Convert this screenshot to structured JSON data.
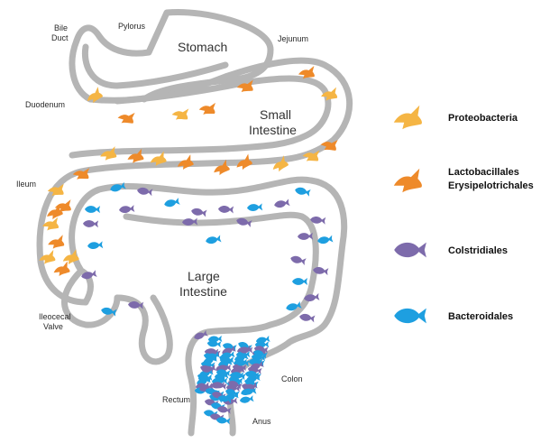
{
  "labels": {
    "bile_duct_line1": "Bile",
    "bile_duct_line2": "Duct",
    "pylorus": "Pylorus",
    "stomach": "Stomach",
    "jejunum": "Jejunum",
    "duodenum": "Duodenum",
    "small_intestine_line1": "Small",
    "small_intestine_line2": "Intestine",
    "ileum": "Ileum",
    "large_intestine_line1": "Large",
    "large_intestine_line2": "Intestine",
    "ileocecal_line1": "Ileocecal",
    "ileocecal_line2": "Valve",
    "colon": "Colon",
    "rectum": "Rectum",
    "anus": "Anus"
  },
  "legend": [
    {
      "label": "Proteobacteria",
      "icon": "bird-icon",
      "color": "#f5b544"
    },
    {
      "label_line1": "Lactobacillales",
      "label_line2": "Erysipelotrichales",
      "icon": "bird-icon",
      "color": "#ee8a2a"
    },
    {
      "label": "Colstridiales",
      "icon": "fish-icon",
      "color": "#7d6bab"
    },
    {
      "label": "Bacteroidales",
      "icon": "fish-icon",
      "color": "#1e9fe0"
    }
  ],
  "colors": {
    "tube": "#b5b5b5",
    "proteobacteria": "#f5b544",
    "lactobacillales": "#ee8a2a",
    "clostridiales": "#7d6bab",
    "bacteroidales": "#1e9fe0"
  }
}
